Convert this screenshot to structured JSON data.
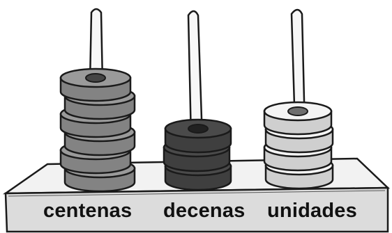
{
  "columns": [
    {
      "label": "centenas",
      "bead_count": 6,
      "bead_color": "#9a9a9a"
    },
    {
      "label": "decenas",
      "bead_count": 3,
      "bead_color": "#4a4a4a"
    },
    {
      "label": "unidades",
      "bead_count": 4,
      "bead_color": "#f4f4f4"
    }
  ],
  "colors": {
    "base_top": "#f2f2f2",
    "base_front": "#dcdcdc",
    "rod": "#f7f7f7",
    "outline": "#1a1a1a"
  }
}
